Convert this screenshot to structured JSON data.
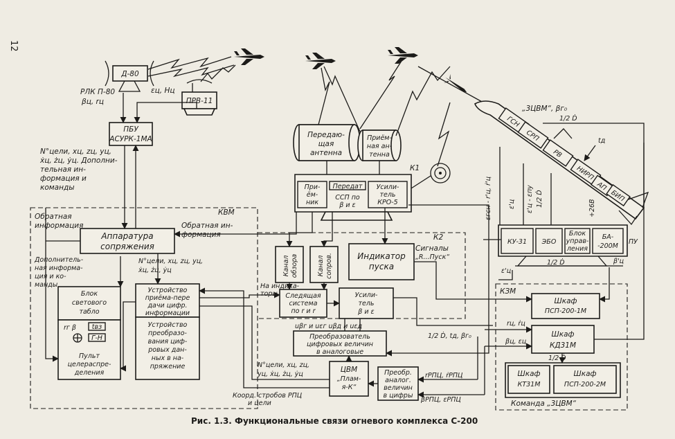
{
  "page_number": "12",
  "caption": "Рис. 1.3. Функциональные связи огневого комплекса С-200",
  "radar": {
    "antenna": "Д-80",
    "name_line1": "РЛК П-80",
    "name_line2": "βц, rц",
    "altimeter": "ПРВ-11",
    "altimeter_out": "εц, Hц"
  },
  "pbu": {
    "line1": "ПБУ",
    "line2": "АСУРК-1МА"
  },
  "left_note": [
    "N°цели, xц, zц, yц,",
    "ẋц, żц, ẏц. Дополни-",
    "тельная ин-",
    "формация и",
    "команды"
  ],
  "kvm": {
    "label": "КВМ",
    "feedback_left": [
      "Обратная",
      "информация"
    ],
    "feedback_right": [
      "Обратная ин-",
      "формация"
    ],
    "interface": [
      "Аппаратура",
      "сопряжения"
    ],
    "extra_info": [
      "Дополнитель-",
      "ная информа-",
      "ция и ко-",
      "манды"
    ],
    "target_coords": [
      "N°цели, xц, zц, yц,",
      "ẋц, żц, ẏц"
    ],
    "light_board": [
      "Блок",
      "светового",
      "табло"
    ],
    "board_symbols": {
      "r": "rг β",
      "b1": "tвз",
      "b2": "Г-Н"
    },
    "console": [
      "Пульт",
      "целераспре-",
      "деления"
    ],
    "transceiver": [
      "Устройство",
      "приёма-пере",
      "дачи цифр.",
      "информации"
    ],
    "converter": [
      "Устройство",
      "преобразо-",
      "вания циф-",
      "ровых дан-",
      "ных в на-",
      "пряжение"
    ]
  },
  "radar_k1": {
    "label": "К1",
    "tx_antenna": [
      "Передаю-",
      "щая",
      "антенна"
    ],
    "rx_antenna": [
      "Приём-",
      "ная ан-",
      "тенна"
    ],
    "receiver": [
      "При-",
      "ём-",
      "ник"
    ],
    "transmitter": "Передат",
    "ssp": [
      "ССП по",
      "β и ε"
    ],
    "amplifier": [
      "Усили-",
      "тель",
      "КРО-5"
    ]
  },
  "k2": {
    "label": "К2",
    "survey": [
      "Канал",
      "обзора"
    ],
    "track": [
      "Канал",
      "сопров."
    ],
    "indicator": [
      "Индикатор",
      "пуска"
    ],
    "signals": [
      "Сигналы",
      "„R...Пуск“"
    ],
    "to_indicators": [
      "На индика-",
      "торы"
    ],
    "tracking": [
      "Следящая",
      "система",
      "по r и r"
    ],
    "amp_be": [
      "Усили-",
      "тель",
      "β и ε"
    ],
    "signals2": "uβг и uεг   uβд и uεд",
    "dac": [
      "Преобразователь",
      "цифровых величин",
      "в аналоговые"
    ]
  },
  "computer": {
    "inputs": [
      "N°цели, xц, zц,",
      "yц, ẋц, żц, ẏц"
    ],
    "name": [
      "ЦВМ",
      "„Плам-",
      "я-К“"
    ],
    "strobe": [
      "Коорд. стробов РПЦ",
      "и цели"
    ],
    "adc": [
      "Преобр.",
      "аналог.",
      "величин",
      "в цифры"
    ],
    "rpc": "rРПЦ, ṙРПЦ",
    "bpc": "βРПЦ, εРПЦ"
  },
  "missile": {
    "label": "„3ЦВМ“, βг₀",
    "parts": [
      "ГСН",
      "СРП",
      "РВ",
      "НИРП",
      "АП",
      "БИП"
    ],
    "d_label": "1/2 Ḋ",
    "td": "tд",
    "side": "εгсн - r'ц, ṙ'ц",
    "eps": "ε'ц",
    "eps2": "ε'ц - εпу",
    "half": "1/2 Ḋ",
    "v268": "+26В"
  },
  "launcher": {
    "label": "ПУ",
    "ku": "КУ-31",
    "ebo": "ЭБО",
    "control": [
      "Блок",
      "управ-",
      "ления"
    ],
    "ba": [
      "БА-",
      "-200М"
    ],
    "bottom": "1/2 Ḋ",
    "eps": "ε'ц",
    "beta": "β'ц"
  },
  "kzm": {
    "label": "КЗМ",
    "psp1": [
      "Шкаф",
      "ПСП-200-1М"
    ],
    "kd": [
      "Шкаф",
      "КД31М"
    ],
    "kt": [
      "Шкаф",
      "КТ31М"
    ],
    "psp2": [
      "Шкаф",
      "ПСП-200-2М"
    ],
    "inputs1": "rц, ṙц",
    "inputs2": "βц, εц",
    "inputs3": "1/2 Ḋ, tд, βг₀",
    "d": "1/2 Ḋ",
    "command": "Команда „3ЦВМ“"
  },
  "colors": {
    "paper": "#efece3",
    "ink": "#1c1b19"
  }
}
